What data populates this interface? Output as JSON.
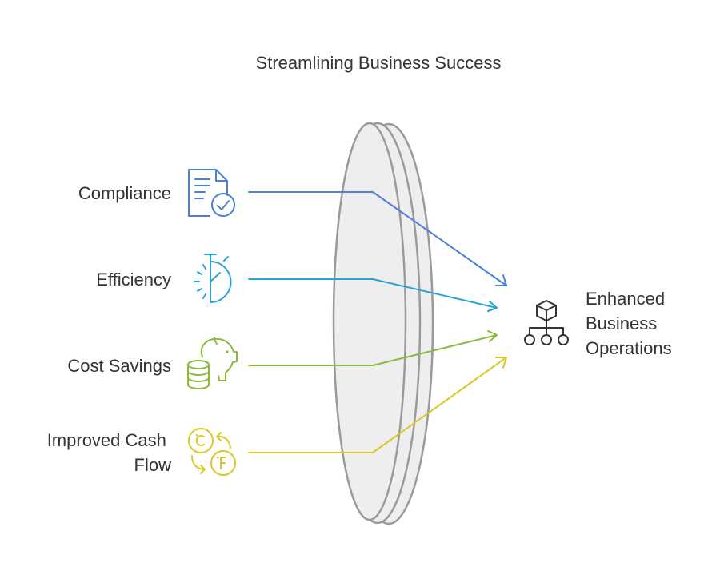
{
  "diagram": {
    "title": "Streamlining Business Success",
    "inputs": [
      {
        "label_lines": [
          "Compliance"
        ],
        "icon": "document-check-icon",
        "color": "#4a7fdc"
      },
      {
        "label_lines": [
          "Efficiency"
        ],
        "icon": "stopwatch-icon",
        "color": "#28a3d8"
      },
      {
        "label_lines": [
          "Cost Savings"
        ],
        "icon": "piggy-bank-coins-icon",
        "color": "#8cba3c"
      },
      {
        "label_lines": [
          "Improved Cash",
          "Flow"
        ],
        "icon": "currency-exchange-icon",
        "color": "#d9c927"
      }
    ],
    "output": {
      "label_lines": [
        "Enhanced",
        "Business",
        "Operations"
      ],
      "icon": "network-cube-icon",
      "color": "#333333"
    },
    "lens": {
      "fill": "#eeeeee",
      "stroke": "#9a9a9a"
    }
  }
}
